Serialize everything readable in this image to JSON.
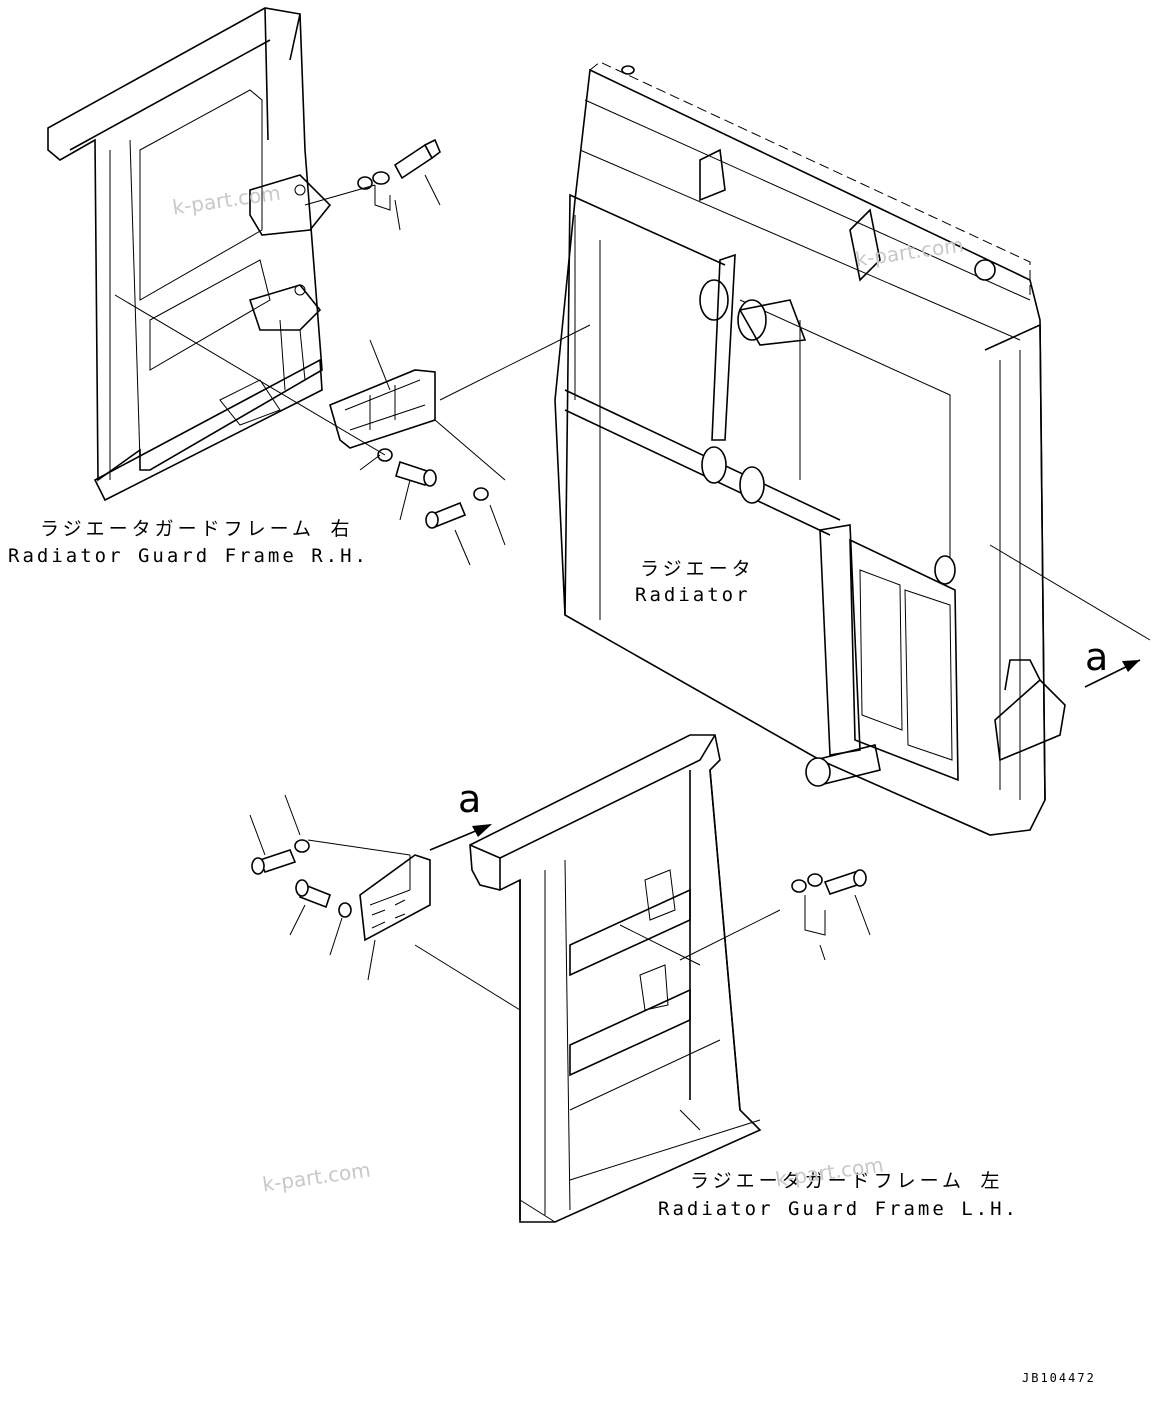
{
  "labels": {
    "guard_rh_jp": "ラジエータガードフレーム 右",
    "guard_rh_en": "Radiator Guard Frame R.H.",
    "radiator_jp": "ラジエータ",
    "radiator_en": "Radiator",
    "guard_lh_jp": "ラジエータガードフレーム 左",
    "guard_lh_en": "Radiator Guard Frame L.H.",
    "view_arrow_right": "a",
    "view_arrow_left": "a",
    "drawing_code": "JB104472"
  },
  "watermarks": [
    "k-part.com",
    "k-part.com",
    "k-part.com",
    "k-part.com"
  ],
  "colors": {
    "line": "#000000",
    "watermark": "#c8c8c8",
    "background": "#ffffff"
  }
}
